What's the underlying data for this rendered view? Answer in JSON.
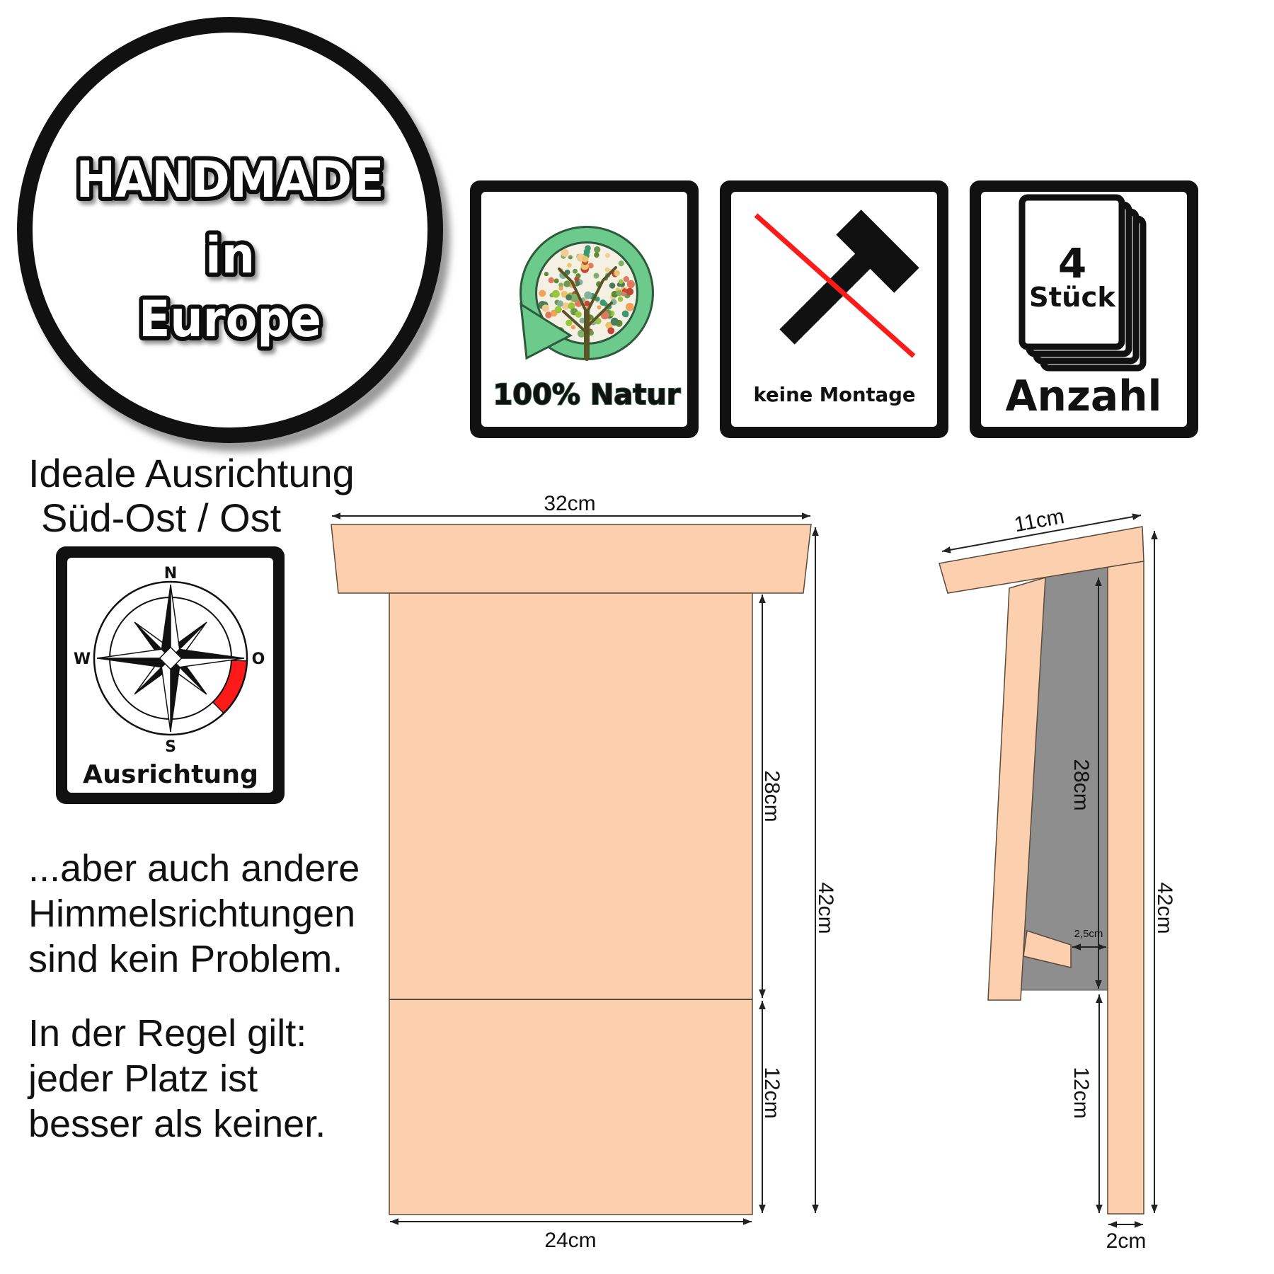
{
  "badge": {
    "line1": "HANDMADE",
    "line2": "in",
    "line3": "Europe"
  },
  "features": [
    {
      "label": "100% Natur",
      "icon": "tree-recycle-icon"
    },
    {
      "label": "keine Montage",
      "icon": "crossed-hammer-icon"
    },
    {
      "label": "Anzahl",
      "icon": "stacked-cards-icon",
      "count": "4",
      "unit": "Stück"
    }
  ],
  "orientation": {
    "heading": [
      "Ideale Ausrichtung",
      "Süd-Ost / Ost"
    ],
    "compass": {
      "n": "N",
      "w": "W",
      "o": "O",
      "s": "S",
      "label": "Ausrichtung",
      "icon": "compass-rose-icon"
    }
  },
  "notes": [
    "...aber auch andere",
    "Himmelsrichtungen",
    "sind kein Problem.",
    "In der Regel gilt:",
    "jeder Platz ist",
    "besser als keiner."
  ],
  "front_view": {
    "roof_width": "32cm",
    "bottom_width": "24cm",
    "upper_height": "28cm",
    "lower_height": "12cm",
    "total_height": "42cm"
  },
  "side_view": {
    "roof_depth": "11cm",
    "inner_height": "28cm",
    "gap": "2,5cm",
    "lower_height": "12cm",
    "total_height": "42cm",
    "board_thickness": "2cm"
  },
  "colors": {
    "wood": "#fccfae",
    "cavity": "#8e8e8e",
    "highlight": "#ff1a1a",
    "natur": "#6ccb8c",
    "outline": "#111111"
  }
}
